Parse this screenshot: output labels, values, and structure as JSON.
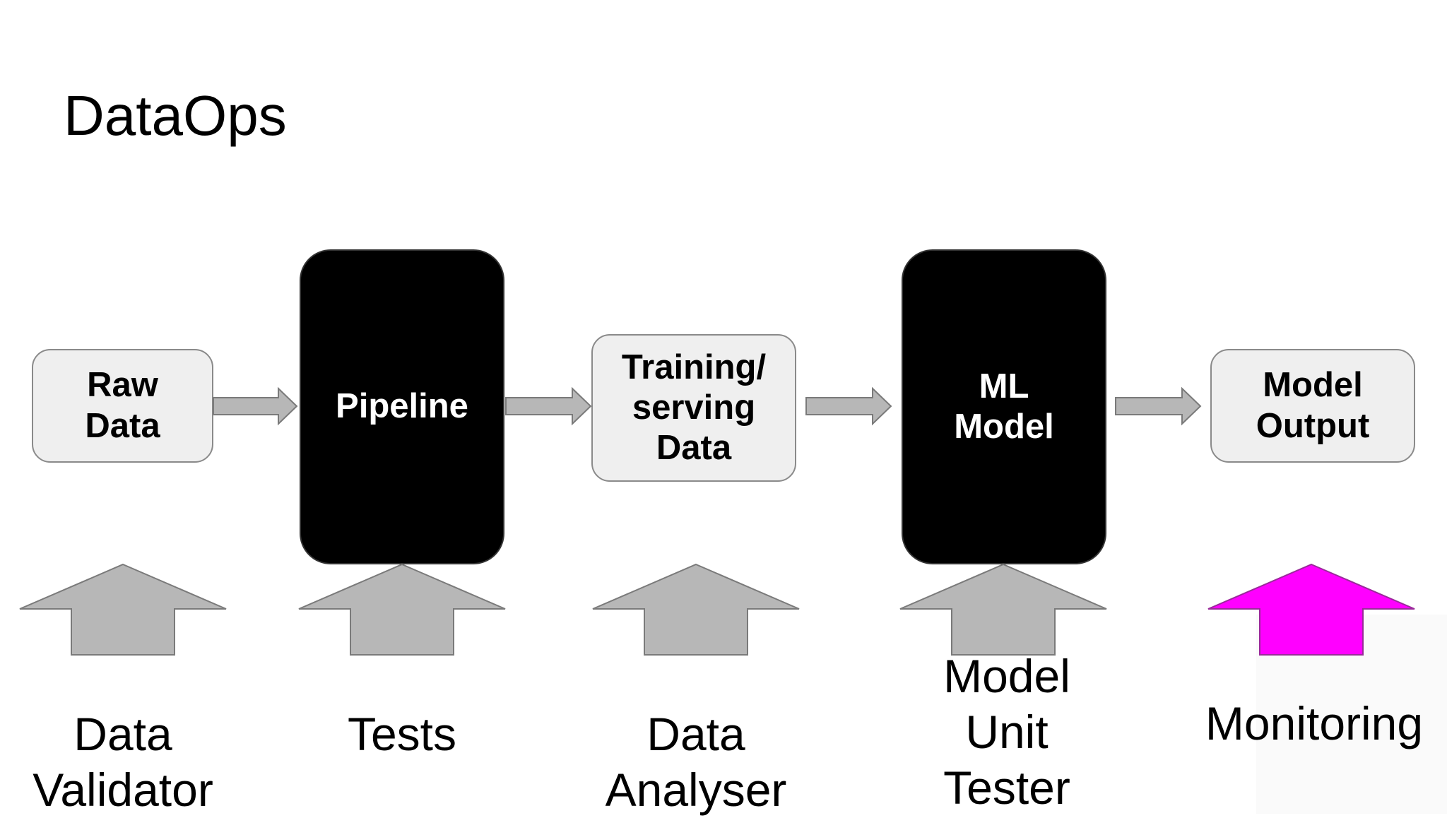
{
  "title": "DataOps",
  "stages": [
    {
      "lines": [
        "Raw",
        "Data"
      ]
    },
    {
      "lines": [
        "Pipeline"
      ]
    },
    {
      "lines": [
        "Training/",
        "serving",
        "Data"
      ]
    },
    {
      "lines": [
        "ML",
        "Model"
      ]
    },
    {
      "lines": [
        "Model",
        "Output"
      ]
    }
  ],
  "tools": [
    {
      "lines": [
        "Data",
        "Validator"
      ],
      "color": "#b7b7b7"
    },
    {
      "lines": [
        "Tests"
      ],
      "color": "#b7b7b7"
    },
    {
      "lines": [
        "Data",
        "Analyser"
      ],
      "color": "#b7b7b7"
    },
    {
      "lines": [
        "Model",
        "Unit",
        "Tester"
      ],
      "color": "#b7b7b7"
    },
    {
      "lines": [
        "Monitoring"
      ],
      "color": "#ff00ff"
    }
  ],
  "colors": {
    "flow_arrow": "#b7b7b7",
    "light_box": "#efefef",
    "dark_box": "#000000",
    "highlight": "#ff00ff"
  }
}
